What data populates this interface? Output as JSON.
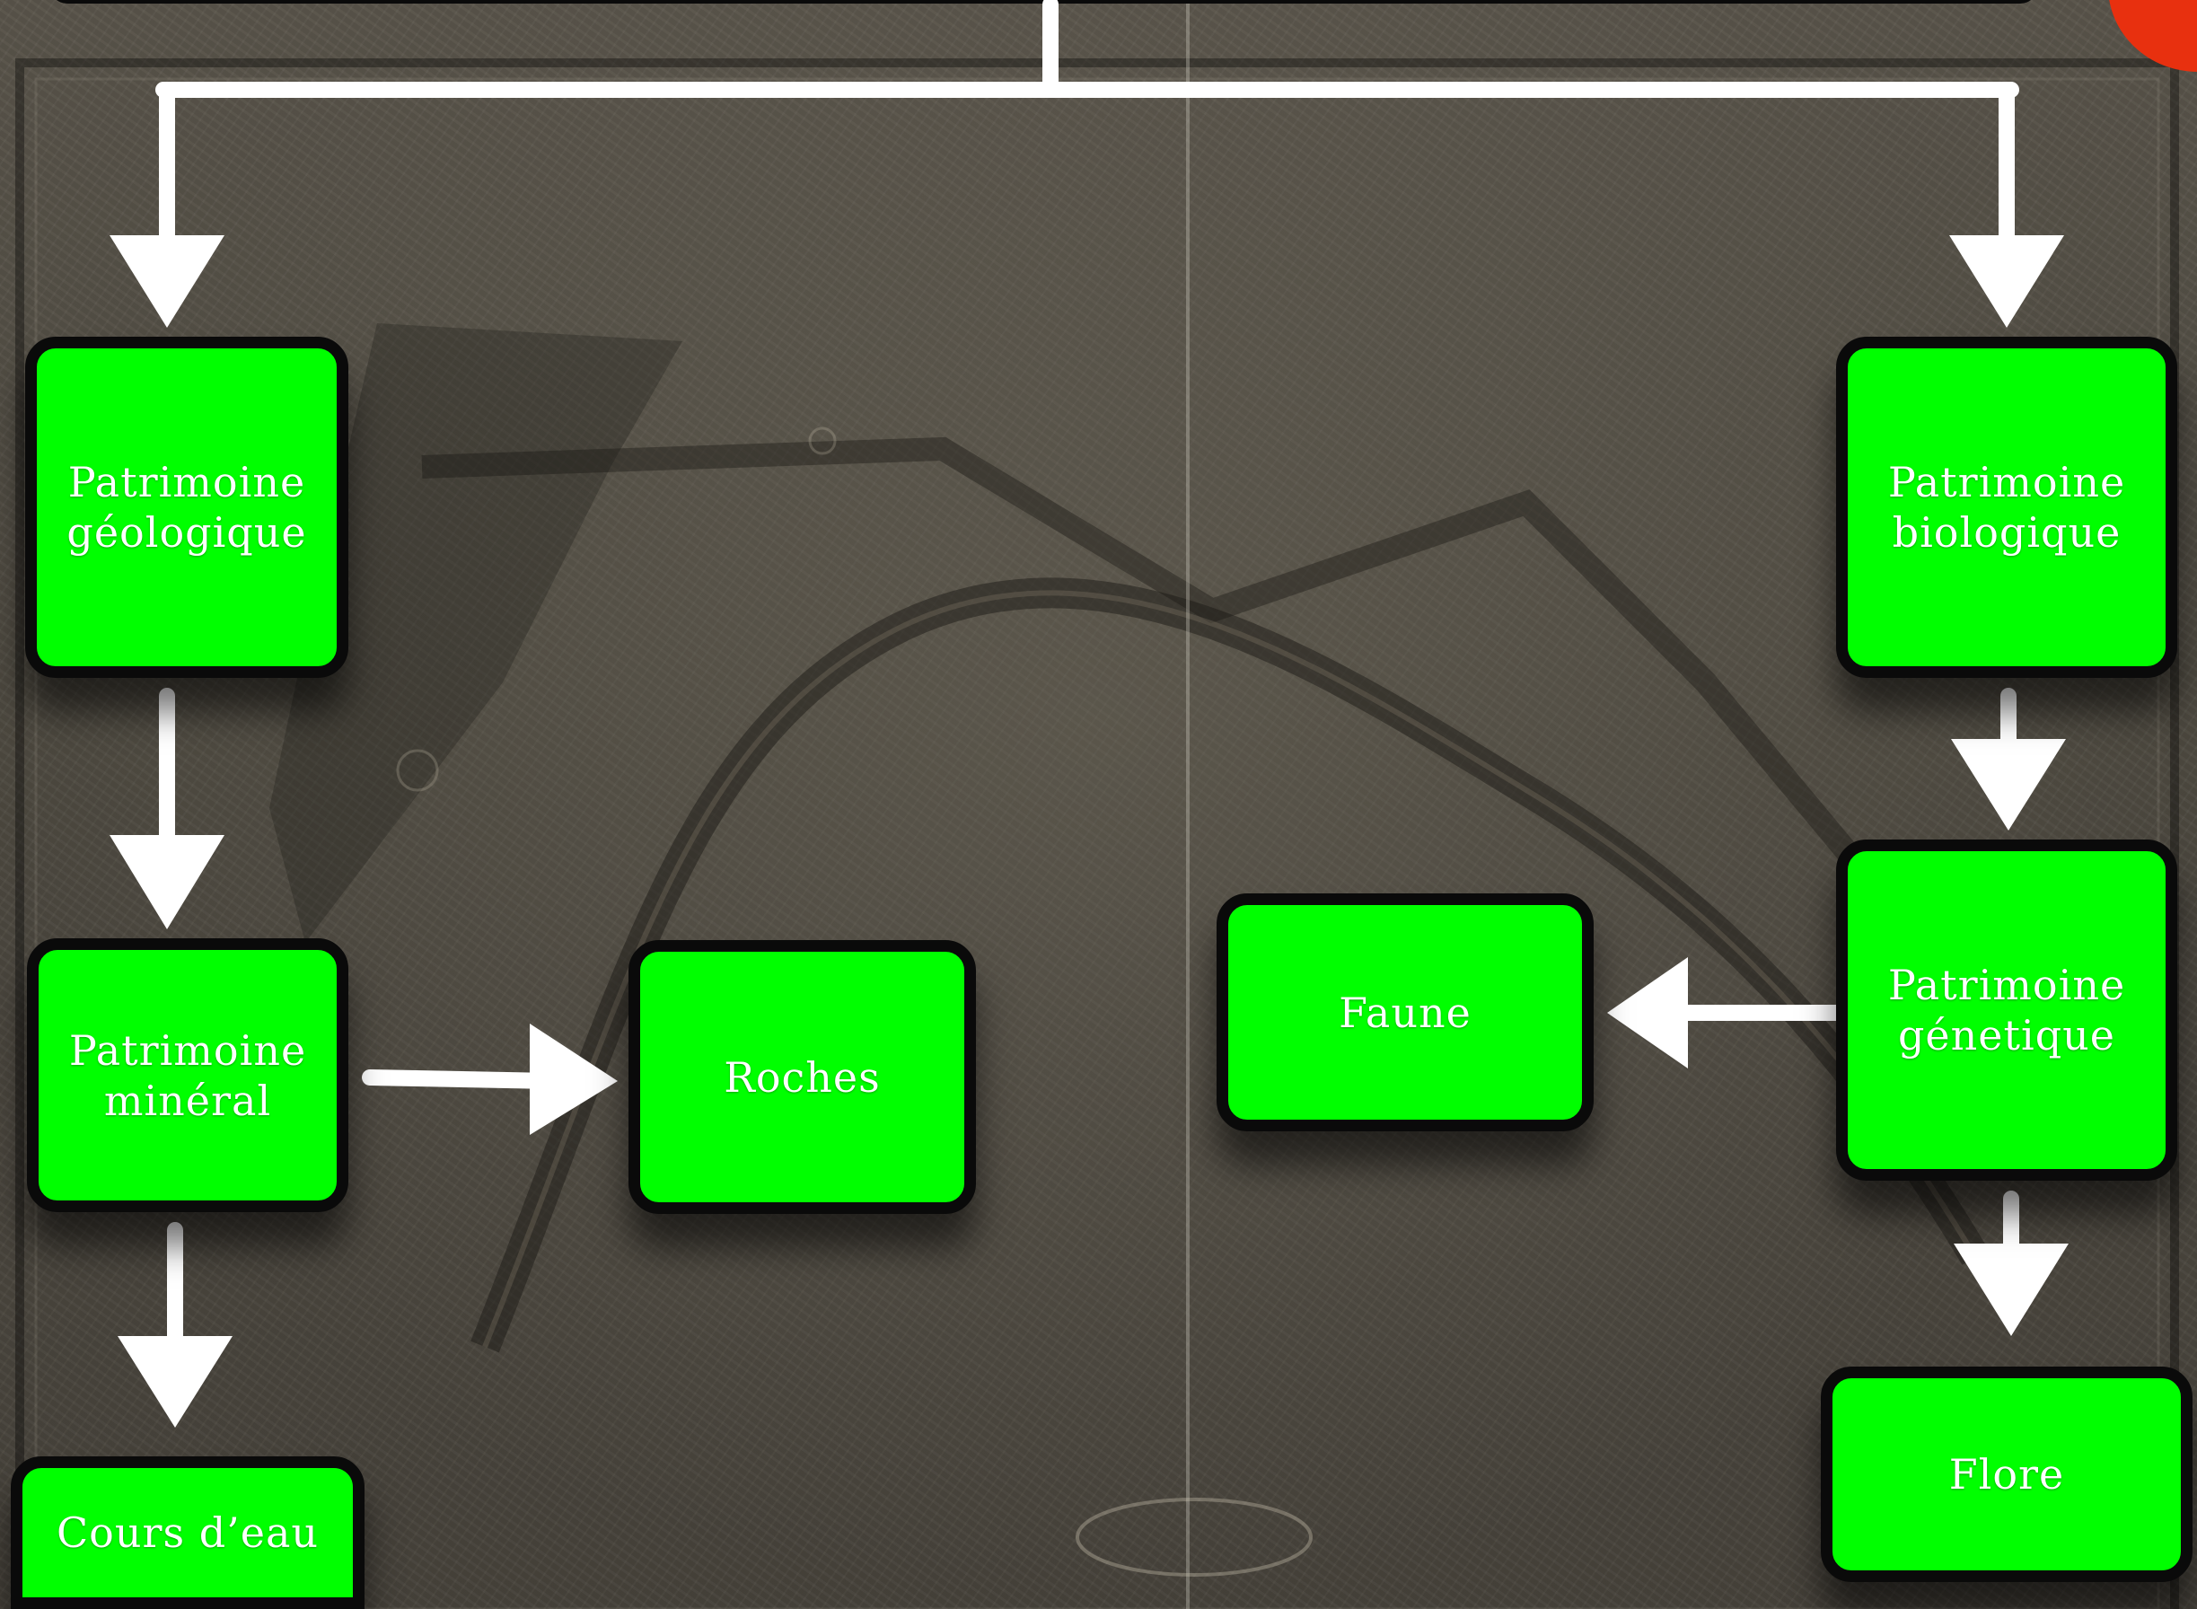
{
  "diagram": {
    "background": "old-map-of-paris",
    "box_color": "#00ff00",
    "box_border_color": "#0a0a0a",
    "arrow_color": "#ffffff",
    "badge_color": "#e8300f",
    "nodes": {
      "geologique": "Patrimoine\ngéologique",
      "biologique": "Patrimoine\nbiologique",
      "mineral": "Patrimoine\nminéral",
      "roches": "Roches",
      "faune": "Faune",
      "genetique": "Patrimoine\ngénetique",
      "cours_eau": "Cours d’eau",
      "flore": "Flore"
    },
    "edges": [
      [
        "banner",
        "geologique"
      ],
      [
        "banner",
        "biologique"
      ],
      [
        "geologique",
        "mineral"
      ],
      [
        "mineral",
        "roches"
      ],
      [
        "mineral",
        "cours_eau"
      ],
      [
        "biologique",
        "genetique"
      ],
      [
        "genetique",
        "faune"
      ],
      [
        "genetique",
        "flore"
      ]
    ]
  }
}
